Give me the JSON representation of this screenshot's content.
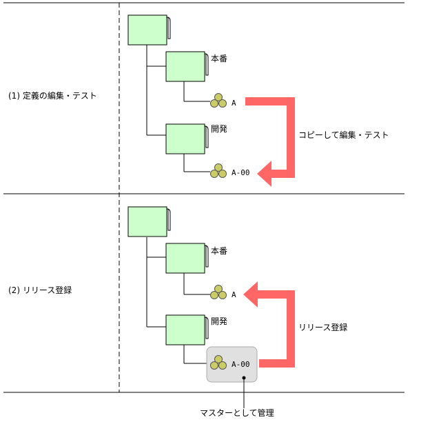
{
  "sections": [
    {
      "label": "(1) 定義の編集・テスト",
      "folders": {
        "production": "本番",
        "development": "開発"
      },
      "items": {
        "production_item": "A",
        "development_item": "A-00"
      },
      "arrow_label": "コピーして編集・テスト"
    },
    {
      "label": "(2) リリース登録",
      "folders": {
        "production": "本番",
        "development": "開発"
      },
      "items": {
        "production_item": "A",
        "development_item": "A-00"
      },
      "arrow_label": "リリース登録",
      "callout": "マスターとして管理"
    }
  ],
  "colors": {
    "folder_fill": "#ccffcc",
    "item_fill": "#cccc66",
    "arrow": "#ff6666",
    "highlight_box": "#e0e0e0"
  }
}
